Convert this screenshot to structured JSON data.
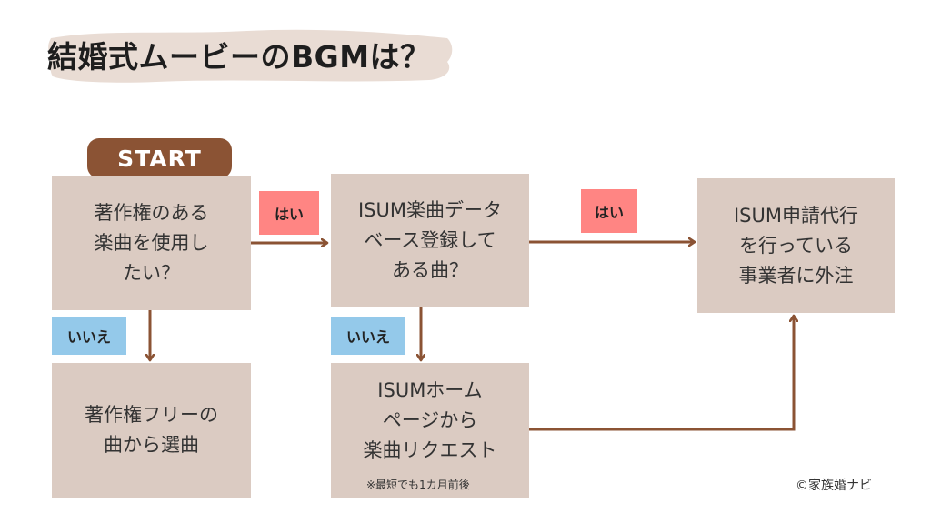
{
  "title": "結婚式ムービーのBGMは？",
  "colors": {
    "box": "#dbcbc2",
    "start": "#8b5334",
    "yes": "#ff8583",
    "no": "#94c9ea",
    "arrow": "#8b5334",
    "brush": "#e9dcd4"
  },
  "start_label": "START",
  "nodes": {
    "q1": {
      "lines": [
        "著作権のある",
        "楽曲を使用し",
        "たい？"
      ]
    },
    "q2": {
      "lines": [
        "ISUM楽曲データ",
        "ベース登録して",
        "ある曲？"
      ]
    },
    "outsource": {
      "lines": [
        "ISUM申請代行",
        "を行っている",
        "事業者に外注"
      ]
    },
    "free": {
      "lines": [
        "著作権フリーの",
        "曲から選曲"
      ]
    },
    "request": {
      "lines": [
        "ISUMホーム",
        "ページから",
        "楽曲リクエスト"
      ],
      "note": "※最短でも1カ月前後"
    }
  },
  "edges": {
    "q1_yes": "はい",
    "q2_yes": "はい",
    "q1_no": "いいえ",
    "q2_no": "いいえ"
  },
  "credit": "©家族婚ナビ"
}
